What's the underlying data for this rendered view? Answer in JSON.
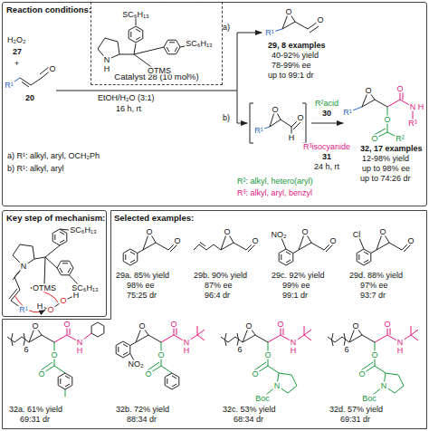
{
  "diagram": {
    "nodes": [
      {
        "text": [
          "Reaction conditions:"
        ]
      },
      {
        "text": [
          "Catalyst 28 (10 mol%)"
        ],
        "in": 0
      },
      {
        "text": [
          "Key step of mechanism:"
        ]
      },
      {
        "text": [
          "Selected examples:"
        ]
      }
    ],
    "labels": [
      "H₂O₂",
      "27",
      "+",
      "R¹",
      "O",
      "20",
      "SC₆H₁₃",
      "SC₆H₁₃",
      "N",
      "H",
      "OTMS",
      "EtOH/H₂O (3:1)",
      "16 h, rt",
      "a) R¹: alkyl, aryl, OCH₂Ph",
      "b) R¹: alkyl, aryl",
      "a)",
      "R¹",
      "O",
      "O",
      "29, 8 examples",
      "40-92% yield",
      "78-99% ee",
      "up to 99:1 dr",
      "b)",
      "R¹",
      "O",
      "O",
      "H",
      "R²acid",
      "30",
      "R³isocyanide",
      "31",
      "24 h, rt",
      "R²: alkyl, hetero(aryl)",
      "R³: alkyl, aryl, benzyl",
      "R¹",
      "O",
      "O",
      "O",
      "R²",
      "O",
      "N",
      "H",
      "R³",
      "32, 17 examples",
      "12-98% yield",
      "up to 98% ee",
      "up to 74:26 dr",
      "SC₆H₁₃",
      "SC₆H₁₃",
      "N",
      "OTMS",
      "R¹",
      "O",
      "O",
      "H",
      "H",
      "O",
      "O",
      "29a. 85% yield",
      "98% ee",
      "75:25 dr",
      "O",
      "O",
      "29b. 90% yield",
      "87% ee",
      "96:4 dr",
      "NO₂",
      "O",
      "O",
      "29c. 92% yield",
      "99% ee",
      "99:1 dr",
      "Cl",
      "O",
      "O",
      "29d. 88% yield",
      "97% ee",
      "93:7 dr",
      "6",
      "O",
      "O",
      "N",
      "H",
      "O",
      "O",
      "32a. 61% yield",
      "69:31 dr",
      "NO₂",
      "O",
      "O",
      "N",
      "H",
      "O",
      "O",
      "32b. 72% yield",
      "88:34 dr",
      "6",
      "O",
      "O",
      "N",
      "H",
      "O",
      "O",
      "N",
      "Boc",
      "32c. 53% yield",
      "68:34 dr",
      "6",
      "O",
      "O",
      "N",
      "H",
      "O",
      "O",
      "N",
      "Boc",
      "32d. 57% yield",
      "69:31 dr"
    ]
  }
}
